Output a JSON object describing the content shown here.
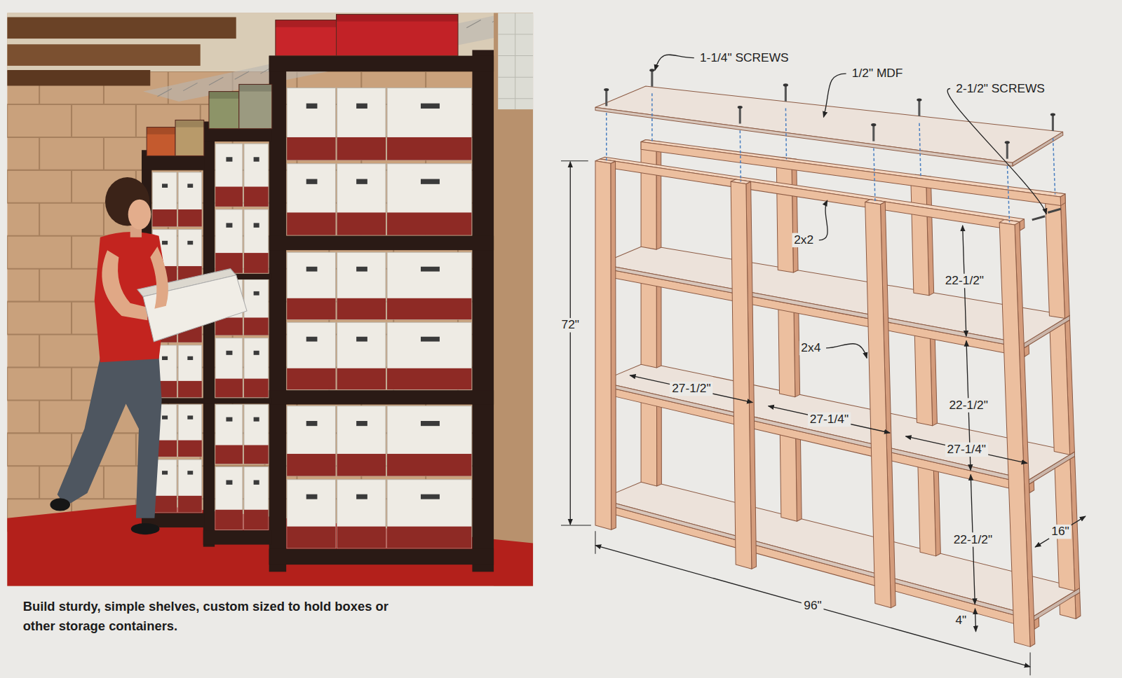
{
  "diagram": {
    "caption": "Build sturdy, simple shelves, custom sized to hold boxes or other storage containers.",
    "labels": [
      "1-1/4\" SCREWS",
      "1/2\" MDF",
      "2-1/2\" SCREWS",
      "2x2",
      "22-1/2\"",
      "72\"",
      "2x4",
      "27-1/2\"",
      "22-1/2\"",
      "27-1/4\"",
      "27-1/4\"",
      "22-1/2\"",
      "16\"",
      "96\"",
      "4\""
    ]
  }
}
